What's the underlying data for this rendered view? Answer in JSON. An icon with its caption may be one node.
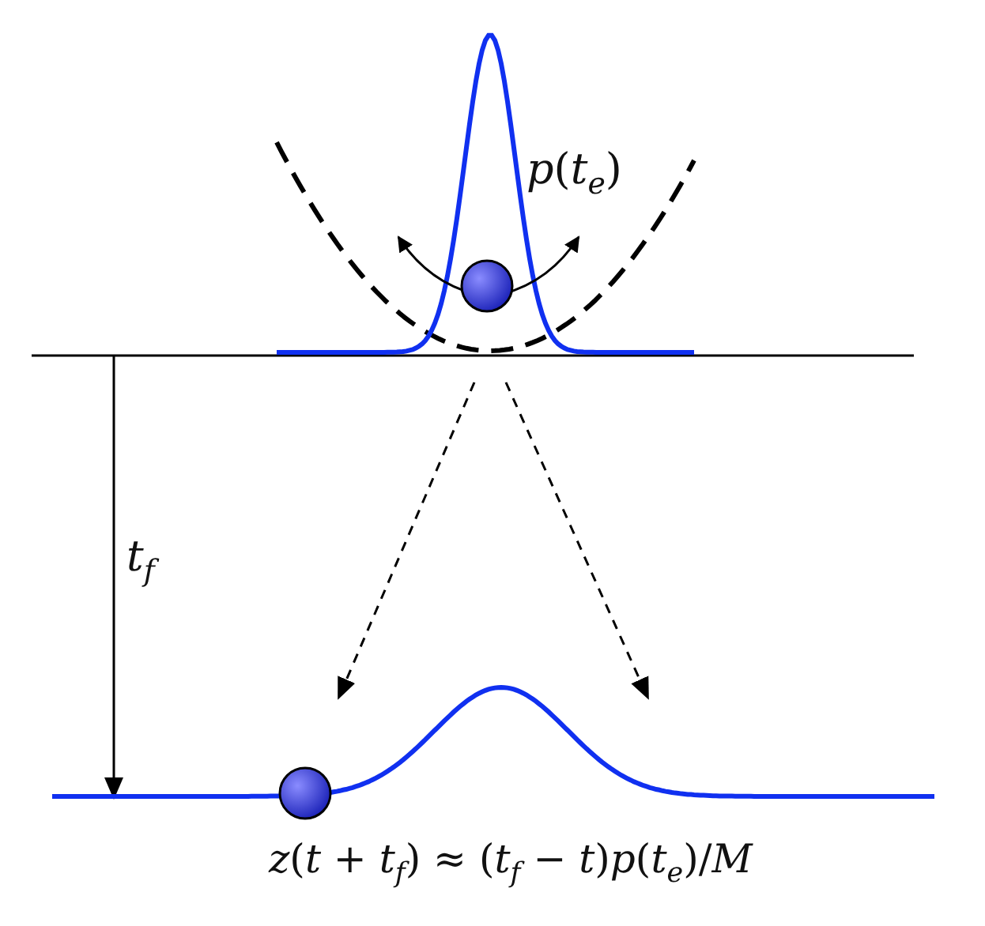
{
  "diagram": {
    "labels": [
      "*p*(*t*$_{e}$)",
      "*t*$_{f}$",
      "*z*(*t* + *t*$_{f}$) ≈ (*t*$_{f}$ − *t*)*p*(*t*$_{e}$)/*M*"
    ]
  }
}
